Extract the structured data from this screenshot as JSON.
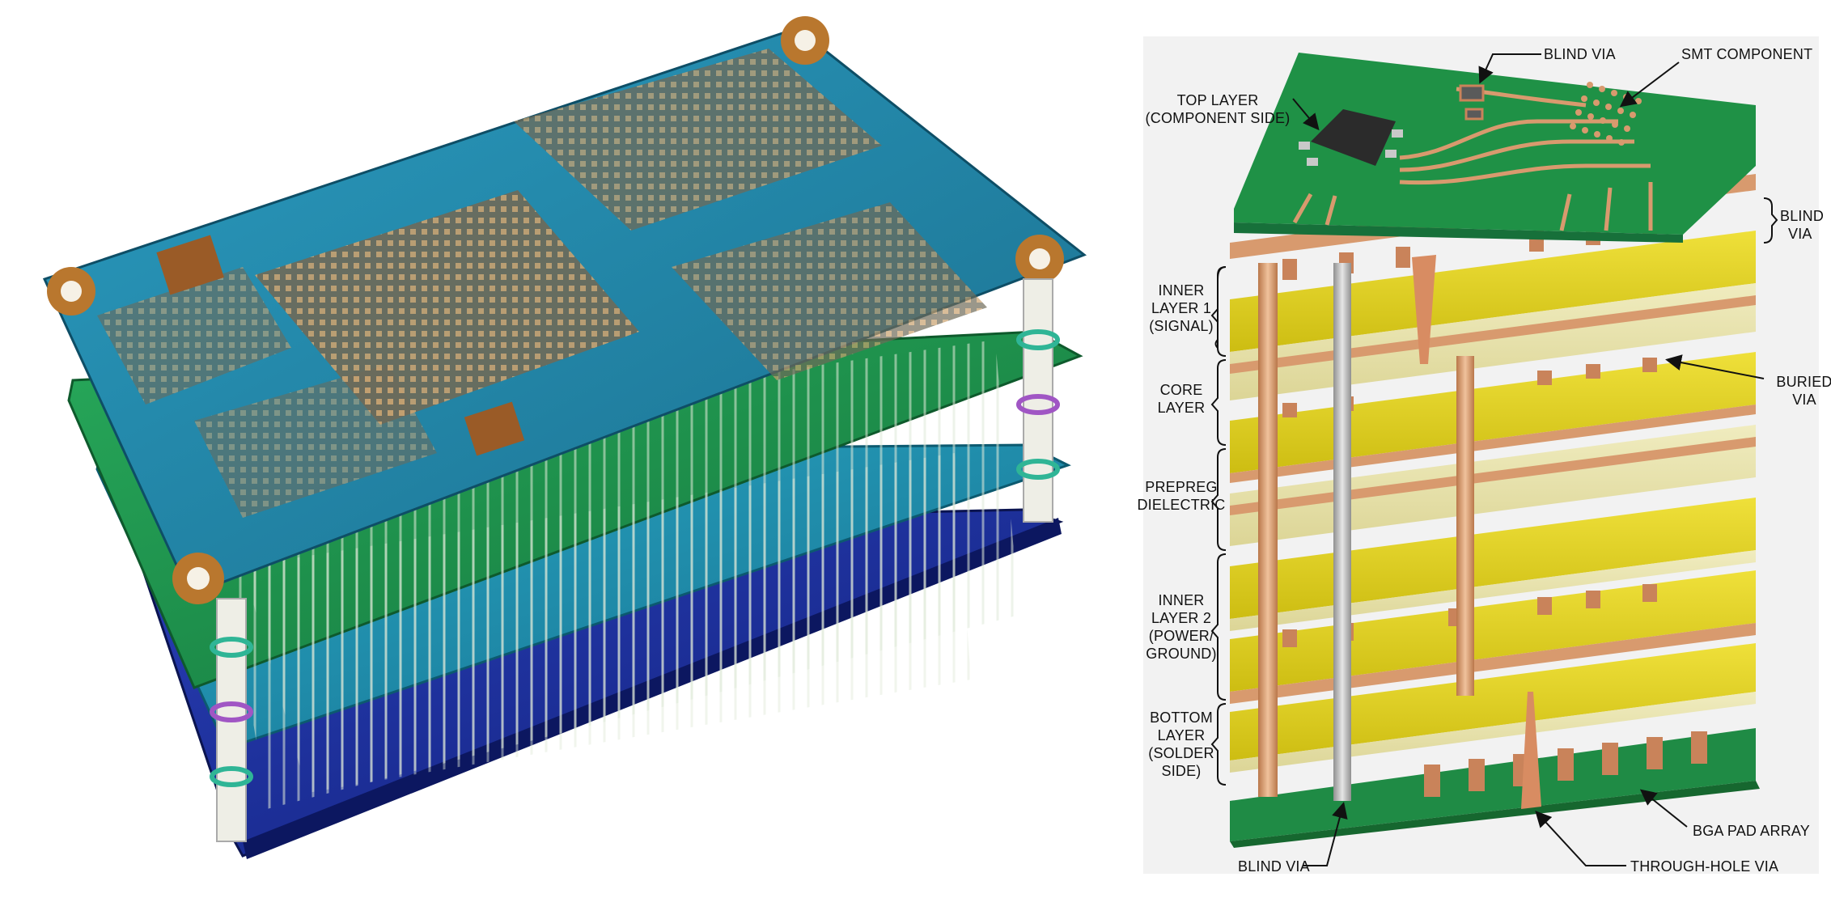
{
  "colors": {
    "board_green": "#1f8f4a",
    "board_teal": "#1d8fa8",
    "board_navy": "#1a2f9a",
    "copper": "#d89a6e",
    "prepreg": "#e7e2a8",
    "core_yellow": "#e2d21c",
    "via_silver": "#b7b7b7",
    "label": "#111111"
  },
  "icons": {
    "left_figure": "exploded-pcb-stack-render",
    "right_figure": "pcb-cross-section-diagram",
    "chip": "smd-ic-package",
    "bga": "bga-pad-grid"
  },
  "labels": {
    "top_layer_1": "TOP LAYER",
    "top_layer_2": "(COMPONENT SIDE)",
    "blind_via_top": "BLIND VIA",
    "smt_component": "SMT COMPONENT",
    "blind_via_right_1": "BLIND",
    "blind_via_right_2": "VIA",
    "inner1_1": "INNER",
    "inner1_2": "LAYER 1",
    "inner1_3": "(SIGNAL)",
    "core_1": "CORE",
    "core_2": "LAYER",
    "buried_1": "BURIED",
    "buried_2": "VIA",
    "prepreg_1": "PREPREG",
    "prepreg_2": "DIELECTRIC",
    "inner2_1": "INNER",
    "inner2_2": "LAYER 2",
    "inner2_3": "(POWER/",
    "inner2_4": "GROUND)",
    "bottom_1": "BOTTOM",
    "bottom_2": "LAYER",
    "bottom_3": "(SOLDER",
    "bottom_4": "SIDE)",
    "bga_pad": "BGA PAD ARRAY",
    "blind_via_bottom": "BLIND VIA",
    "through_hole": "THROUGH-HOLE VIA"
  }
}
